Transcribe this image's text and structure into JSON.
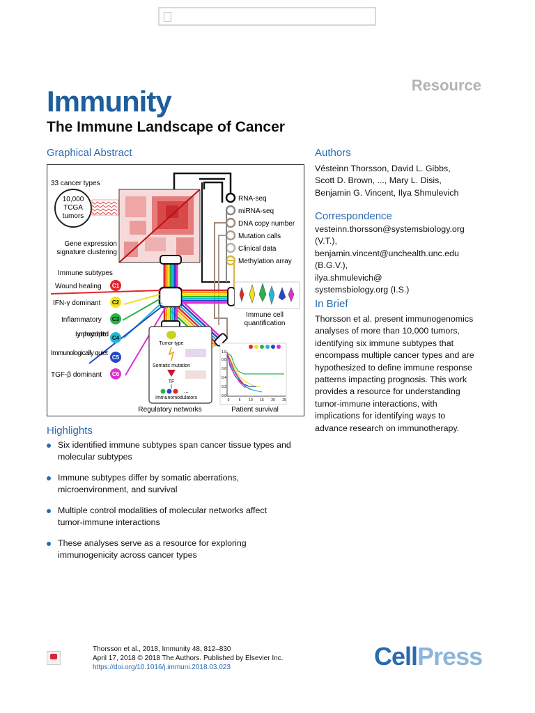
{
  "header": {
    "resource_label": "Resource",
    "journal": "Immunity",
    "title": "The Immune Landscape of Cancer"
  },
  "graphical_abstract": {
    "heading": "Graphical Abstract",
    "cancer_types": "33 cancer types",
    "tumors": [
      "10,000",
      "TCGA",
      "tumors"
    ],
    "clustering": [
      "Gene expression",
      "signature clustering"
    ],
    "data_types": [
      "RNA-seq",
      "miRNA-seq",
      "DNA copy number",
      "Mutation calls",
      "Clinical data",
      "Methylation array"
    ],
    "subtypes_heading": "Immune subtypes",
    "subtypes": [
      {
        "name": "Wound healing",
        "code": "C1",
        "color": "#e8232a"
      },
      {
        "name": "IFN-γ dominant",
        "code": "C2",
        "color": "#f2e21d"
      },
      {
        "name": "Inflammatory",
        "code": "C3",
        "color": "#27b34a"
      },
      {
        "name": "Lymphocyte depleted",
        "code": "C4",
        "color": "#22b7d8"
      },
      {
        "name": "Immunologically quiet",
        "code": "C5",
        "color": "#2446c9"
      },
      {
        "name": "TGF-β dominant",
        "code": "C6",
        "color": "#e02fcf"
      }
    ],
    "immune_cell": [
      "Immune cell",
      "quantification"
    ],
    "network_labels": [
      "Tumor type",
      "Somatic mutation",
      "TF",
      "Immunomodulators"
    ],
    "regulatory_networks": "Regulatory networks",
    "patient_survival": "Patient survival",
    "survival_x_ticks": [
      "0",
      "5",
      "10",
      "15",
      "20",
      "25"
    ],
    "survival_y_ticks": [
      "0.0",
      "0.2",
      "0.4",
      "0.6",
      "0.8",
      "1.0"
    ]
  },
  "authors": {
    "heading": "Authors",
    "lines": [
      "Vésteinn Thorsson, David L. Gibbs,",
      "Scott D. Brown, ..., Mary L. Disis,",
      "Benjamin G. Vincent, Ilya Shmulevich"
    ]
  },
  "correspondence": {
    "heading": "Correspondence",
    "lines": [
      "vesteinn.thorsson@systemsbiology.org",
      "(V.T.),",
      "benjamin.vincent@unchealth.unc.edu",
      "(B.G.V.),",
      "ilya.shmulevich@",
      "systemsbiology.org (I.S.)"
    ]
  },
  "in_brief": {
    "heading": "In Brief",
    "lines": [
      "Thorsson et al. present immunogenomics",
      "analyses of more than 10,000 tumors,",
      "identifying six immune subtypes that",
      "encompass multiple cancer types and are",
      "hypothesized to define immune response",
      "patterns impacting prognosis. This work",
      "provides a resource for understanding",
      "tumor-immune interactions, with",
      "implications for identifying ways to",
      "advance research on immunotherapy."
    ]
  },
  "highlights": {
    "heading": "Highlights",
    "items": [
      [
        "Six identified immune subtypes span cancer tissue types and",
        "molecular subtypes"
      ],
      [
        "Immune subtypes differ by somatic aberrations,",
        "microenvironment, and survival"
      ],
      [
        "Multiple control modalities of molecular networks affect",
        "tumor-immune interactions"
      ],
      [
        "These analyses serve as a resource for exploring",
        "immunogenicity across cancer types"
      ]
    ]
  },
  "footer": {
    "citation": "Thorsson et al., 2018, Immunity 48, 812–830",
    "date": "April 17, 2018 © 2018 The Authors. Published by Elsevier Inc.",
    "doi": "https://doi.org/10.1016/j.immuni.2018.03.023",
    "publisher_a": "Cell",
    "publisher_b": "Press"
  }
}
